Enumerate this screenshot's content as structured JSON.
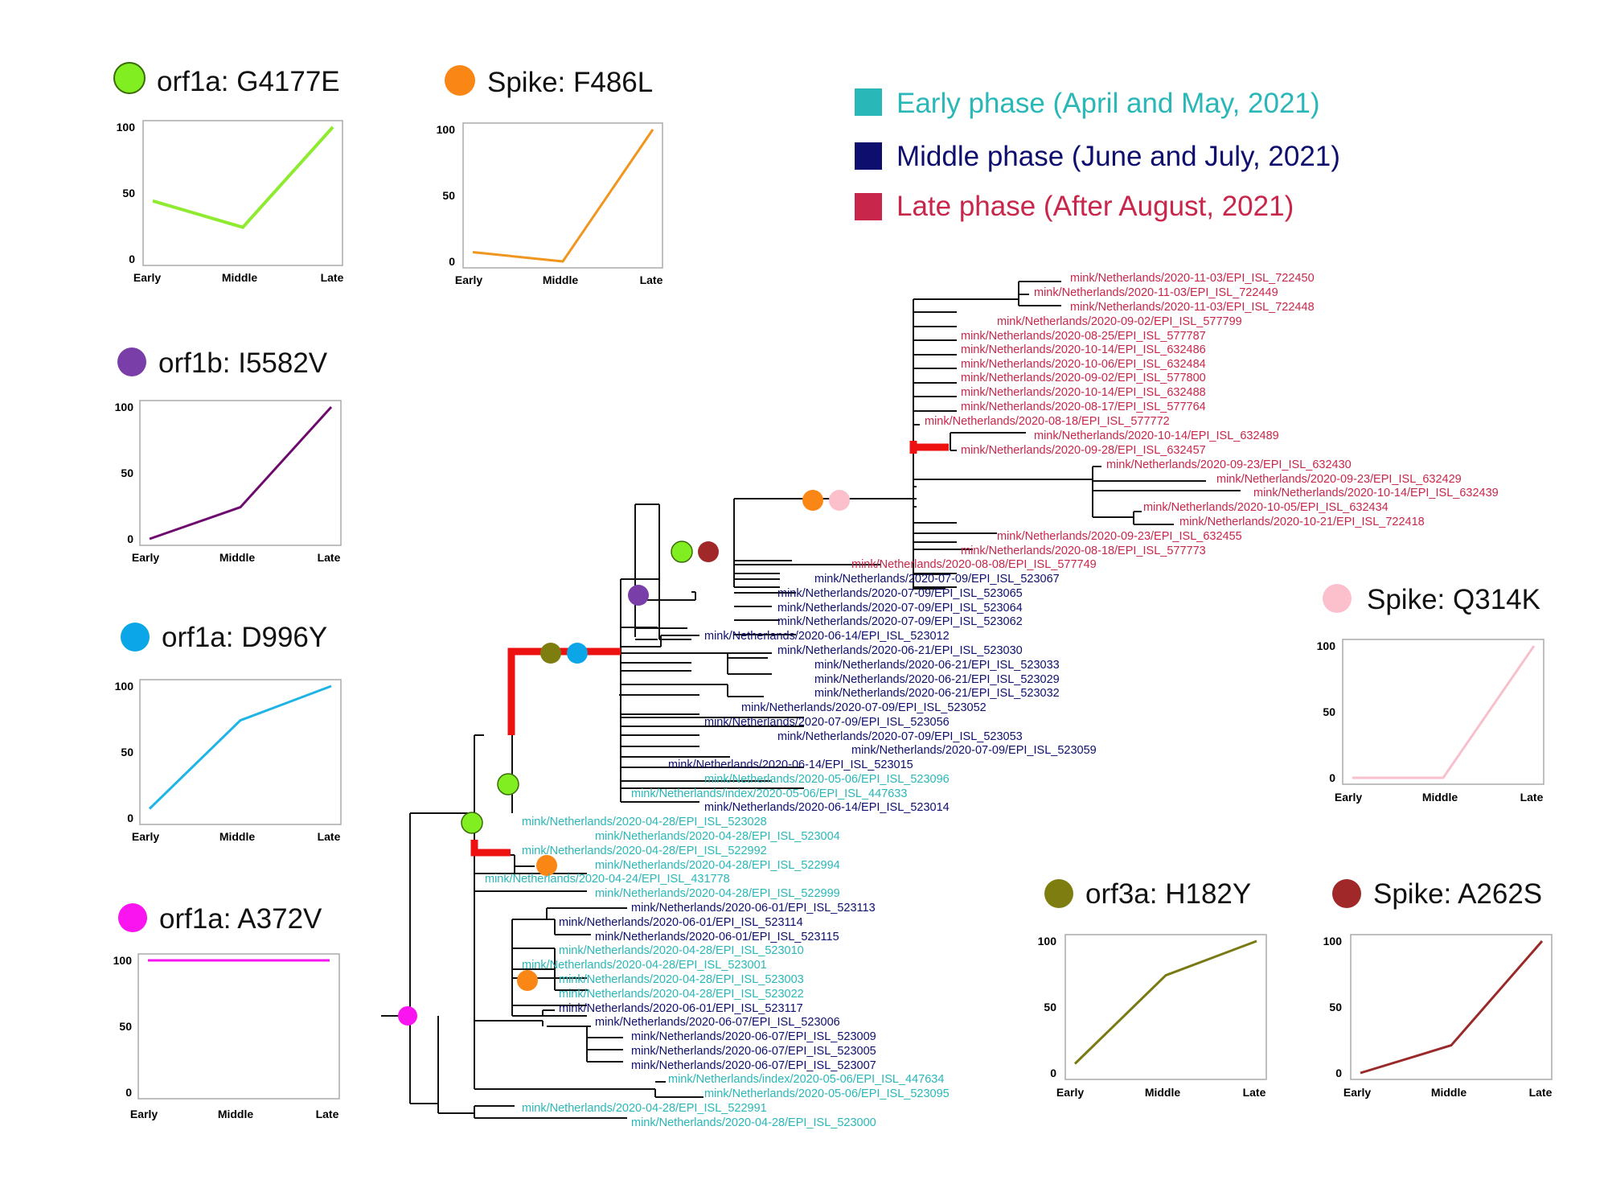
{
  "legend": [
    {
      "label": "Early phase (April and May, 2021)",
      "color": "#2ab7b7"
    },
    {
      "label": "Middle phase (June and July, 2021)",
      "color": "#0e0e6e"
    },
    {
      "label": "Late phase (After August, 2021)",
      "color": "#c8264a"
    }
  ],
  "chart_data": [
    {
      "type": "line",
      "title": "orf1a: G4177E",
      "marker_color": "#80ee20",
      "color": "#8eeb2f",
      "categories": [
        "Early",
        "Middle",
        "Late"
      ],
      "values": [
        44,
        24,
        100
      ],
      "ylim": [
        0,
        100
      ],
      "yticks": [
        0,
        50,
        100
      ]
    },
    {
      "type": "line",
      "title": "Spike: F486L",
      "marker_color": "#fa8616",
      "color": "#f0961e",
      "categories": [
        "Early",
        "Middle",
        "Late"
      ],
      "values": [
        7,
        0,
        100
      ],
      "ylim": [
        0,
        100
      ],
      "yticks": [
        0,
        50,
        100
      ]
    },
    {
      "type": "line",
      "title": "orf1b: I5582V",
      "marker_color": "#7a3ea8",
      "color": "#6e0a6e",
      "categories": [
        "Early",
        "Middle",
        "Late"
      ],
      "values": [
        0,
        24,
        100
      ],
      "ylim": [
        0,
        100
      ],
      "yticks": [
        0,
        50,
        100
      ]
    },
    {
      "type": "line",
      "title": "orf1a: D996Y",
      "marker_color": "#0aa6e8",
      "color": "#1eb4e6",
      "categories": [
        "Early",
        "Middle",
        "Late"
      ],
      "values": [
        7,
        74,
        100
      ],
      "ylim": [
        0,
        100
      ],
      "yticks": [
        0,
        50,
        100
      ]
    },
    {
      "type": "line",
      "title": "orf1a: A372V",
      "marker_color": "#fa14f0",
      "color": "#f514f0",
      "categories": [
        "Early",
        "Middle",
        "Late"
      ],
      "values": [
        100,
        100,
        100
      ],
      "ylim": [
        0,
        100
      ],
      "yticks": [
        0,
        50,
        100
      ]
    },
    {
      "type": "line",
      "title": "Spike: Q314K",
      "marker_color": "#fcc0cc",
      "color": "#f8c0cc",
      "categories": [
        "Early",
        "Middle",
        "Late"
      ],
      "values": [
        0,
        0,
        100
      ],
      "ylim": [
        0,
        100
      ],
      "yticks": [
        0,
        50,
        100
      ]
    },
    {
      "type": "line",
      "title": "orf3a: H182Y",
      "marker_color": "#7e7e10",
      "color": "#7a7a14",
      "categories": [
        "Early",
        "Middle",
        "Late"
      ],
      "values": [
        7,
        74,
        100
      ],
      "ylim": [
        0,
        100
      ],
      "yticks": [
        0,
        50,
        100
      ]
    },
    {
      "type": "line",
      "title": "Spike: A262S",
      "marker_color": "#a02828",
      "color": "#9a2a2a",
      "categories": [
        "Early",
        "Middle",
        "Late"
      ],
      "values": [
        0,
        21,
        100
      ],
      "ylim": [
        0,
        100
      ],
      "yticks": [
        0,
        50,
        100
      ]
    }
  ],
  "tree": {
    "colors": {
      "early": "#2ab7b7",
      "middle": "#0e0e6e",
      "late": "#c8264a"
    },
    "leaves": [
      {
        "label": "mink/Netherlands/2020-11-03/EPI_ISL_722450",
        "phase": "late"
      },
      {
        "label": "mink/Netherlands/2020-11-03/EPI_ISL_722449",
        "phase": "late"
      },
      {
        "label": "mink/Netherlands/2020-11-03/EPI_ISL_722448",
        "phase": "late"
      },
      {
        "label": "mink/Netherlands/2020-09-02/EPI_ISL_577799",
        "phase": "late"
      },
      {
        "label": "mink/Netherlands/2020-08-25/EPI_ISL_577787",
        "phase": "late"
      },
      {
        "label": "mink/Netherlands/2020-10-14/EPI_ISL_632486",
        "phase": "late"
      },
      {
        "label": "mink/Netherlands/2020-10-06/EPI_ISL_632484",
        "phase": "late"
      },
      {
        "label": "mink/Netherlands/2020-09-02/EPI_ISL_577800",
        "phase": "late"
      },
      {
        "label": "mink/Netherlands/2020-10-14/EPI_ISL_632488",
        "phase": "late"
      },
      {
        "label": "mink/Netherlands/2020-08-17/EPI_ISL_577764",
        "phase": "late"
      },
      {
        "label": "mink/Netherlands/2020-08-18/EPI_ISL_577772",
        "phase": "late"
      },
      {
        "label": "mink/Netherlands/2020-10-14/EPI_ISL_632489",
        "phase": "late"
      },
      {
        "label": "mink/Netherlands/2020-09-28/EPI_ISL_632457",
        "phase": "late"
      },
      {
        "label": "mink/Netherlands/2020-09-23/EPI_ISL_632430",
        "phase": "late"
      },
      {
        "label": "mink/Netherlands/2020-09-23/EPI_ISL_632429",
        "phase": "late"
      },
      {
        "label": "mink/Netherlands/2020-10-14/EPI_ISL_632439",
        "phase": "late"
      },
      {
        "label": "mink/Netherlands/2020-10-05/EPI_ISL_632434",
        "phase": "late"
      },
      {
        "label": "mink/Netherlands/2020-10-21/EPI_ISL_722418",
        "phase": "late"
      },
      {
        "label": "mink/Netherlands/2020-09-23/EPI_ISL_632455",
        "phase": "late"
      },
      {
        "label": "mink/Netherlands/2020-08-18/EPI_ISL_577773",
        "phase": "late"
      },
      {
        "label": "mink/Netherlands/2020-08-08/EPI_ISL_577749",
        "phase": "late"
      },
      {
        "label": "mink/Netherlands/2020-07-09/EPI_ISL_523067",
        "phase": "middle"
      },
      {
        "label": "mink/Netherlands/2020-07-09/EPI_ISL_523065",
        "phase": "middle"
      },
      {
        "label": "mink/Netherlands/2020-07-09/EPI_ISL_523064",
        "phase": "middle"
      },
      {
        "label": "mink/Netherlands/2020-07-09/EPI_ISL_523062",
        "phase": "middle"
      },
      {
        "label": "mink/Netherlands/2020-06-14/EPI_ISL_523012",
        "phase": "middle"
      },
      {
        "label": "mink/Netherlands/2020-06-21/EPI_ISL_523030",
        "phase": "middle"
      },
      {
        "label": "mink/Netherlands/2020-06-21/EPI_ISL_523033",
        "phase": "middle"
      },
      {
        "label": "mink/Netherlands/2020-06-21/EPI_ISL_523029",
        "phase": "middle"
      },
      {
        "label": "mink/Netherlands/2020-06-21/EPI_ISL_523032",
        "phase": "middle"
      },
      {
        "label": "mink/Netherlands/2020-07-09/EPI_ISL_523052",
        "phase": "middle"
      },
      {
        "label": "mink/Netherlands/2020-07-09/EPI_ISL_523056",
        "phase": "middle"
      },
      {
        "label": "mink/Netherlands/2020-07-09/EPI_ISL_523053",
        "phase": "middle"
      },
      {
        "label": "mink/Netherlands/2020-07-09/EPI_ISL_523059",
        "phase": "middle"
      },
      {
        "label": "mink/Netherlands/2020-06-14/EPI_ISL_523015",
        "phase": "middle"
      },
      {
        "label": "mink/Netherlands/2020-05-06/EPI_ISL_523096",
        "phase": "early"
      },
      {
        "label": "mink/Netherlands/index/2020-05-06/EPI_ISL_447633",
        "phase": "early"
      },
      {
        "label": "mink/Netherlands/2020-06-14/EPI_ISL_523014",
        "phase": "middle"
      },
      {
        "label": "mink/Netherlands/2020-04-28/EPI_ISL_523028",
        "phase": "early"
      },
      {
        "label": "mink/Netherlands/2020-04-28/EPI_ISL_523004",
        "phase": "early"
      },
      {
        "label": "mink/Netherlands/2020-04-28/EPI_ISL_522992",
        "phase": "early"
      },
      {
        "label": "mink/Netherlands/2020-04-28/EPI_ISL_522994",
        "phase": "early"
      },
      {
        "label": "mink/Netherlands/2020-04-24/EPI_ISL_431778",
        "phase": "early"
      },
      {
        "label": "mink/Netherlands/2020-04-28/EPI_ISL_522999",
        "phase": "early"
      },
      {
        "label": "mink/Netherlands/2020-06-01/EPI_ISL_523113",
        "phase": "middle"
      },
      {
        "label": "mink/Netherlands/2020-06-01/EPI_ISL_523114",
        "phase": "middle"
      },
      {
        "label": "mink/Netherlands/2020-06-01/EPI_ISL_523115",
        "phase": "middle"
      },
      {
        "label": "mink/Netherlands/2020-04-28/EPI_ISL_523010",
        "phase": "early"
      },
      {
        "label": "mink/Netherlands/2020-04-28/EPI_ISL_523001",
        "phase": "early"
      },
      {
        "label": "mink/Netherlands/2020-04-28/EPI_ISL_523003",
        "phase": "early"
      },
      {
        "label": "mink/Netherlands/2020-04-28/EPI_ISL_523022",
        "phase": "early"
      },
      {
        "label": "mink/Netherlands/2020-06-01/EPI_ISL_523117",
        "phase": "middle"
      },
      {
        "label": "mink/Netherlands/2020-06-07/EPI_ISL_523006",
        "phase": "middle"
      },
      {
        "label": "mink/Netherlands/2020-06-07/EPI_ISL_523009",
        "phase": "middle"
      },
      {
        "label": "mink/Netherlands/2020-06-07/EPI_ISL_523005",
        "phase": "middle"
      },
      {
        "label": "mink/Netherlands/2020-06-07/EPI_ISL_523007",
        "phase": "middle"
      },
      {
        "label": "mink/Netherlands/index/2020-05-06/EPI_ISL_447634",
        "phase": "early"
      },
      {
        "label": "mink/Netherlands/2020-05-06/EPI_ISL_523095",
        "phase": "early"
      },
      {
        "label": "mink/Netherlands/2020-04-28/EPI_ISL_522991",
        "phase": "early"
      },
      {
        "label": "mink/Netherlands/2020-04-28/EPI_ISL_523000",
        "phase": "early"
      }
    ]
  }
}
